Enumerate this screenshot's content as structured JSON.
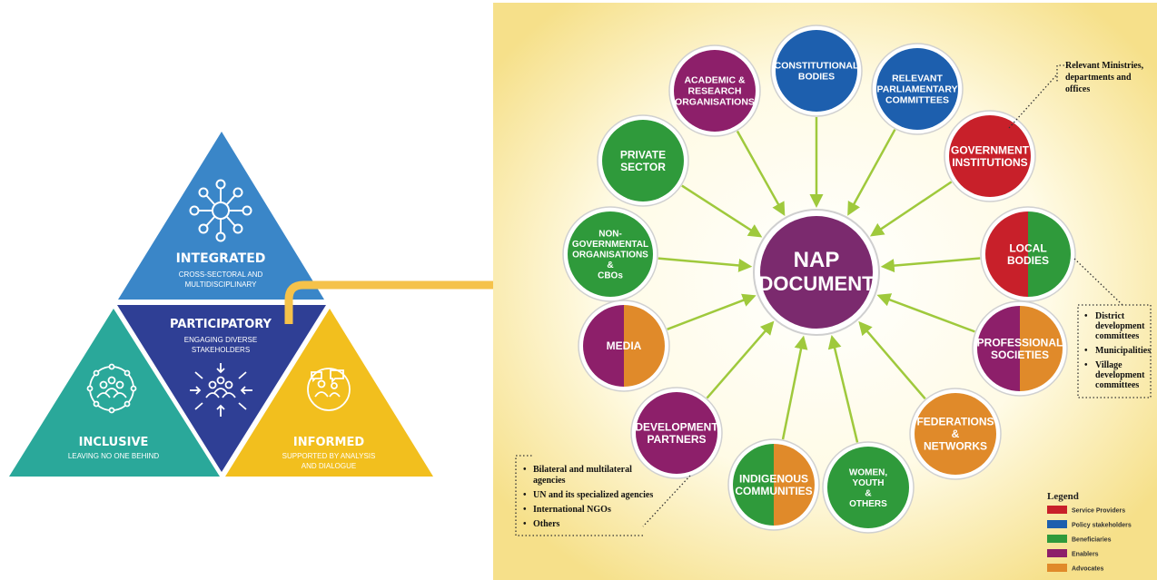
{
  "pyramid": {
    "integrated": {
      "title": "INTEGRATED",
      "line1": "CROSS-SECTORAL AND",
      "line2": "MULTIDISCIPLINARY"
    },
    "participatory": {
      "title": "PARTICIPATORY",
      "line1": "ENGAGING DIVERSE",
      "line2": "STAKEHOLDERS"
    },
    "inclusive": {
      "title": "INCLUSIVE",
      "line1": "LEAVING NO ONE BEHIND"
    },
    "informed": {
      "title": "INFORMED",
      "line1": "SUPPORTED BY ANALYSIS",
      "line2": "AND DIALOGUE"
    }
  },
  "center": {
    "line1": "NAP",
    "line2": "DOCUMENT"
  },
  "nodes": [
    {
      "id": "constitutional",
      "lines": [
        "CONSTITUTIONAL",
        "BODIES"
      ],
      "fill": "#1d5fae"
    },
    {
      "id": "parliamentary",
      "lines": [
        "RELEVANT",
        "PARLIAMENTARY",
        "COMMITTEES"
      ],
      "fill": "#1d5fae"
    },
    {
      "id": "government",
      "lines": [
        "GOVERNMENT",
        "INSTITUTIONS"
      ],
      "fill": "#c8202a"
    },
    {
      "id": "local",
      "lines": [
        "LOCAL",
        "BODIES"
      ],
      "fill_left": "#c8202a",
      "fill_right": "#2f9a3b"
    },
    {
      "id": "professional",
      "lines": [
        "PROFESSIONAL",
        "SOCIETIES"
      ],
      "fill_left": "#8d1f6a",
      "fill_right": "#e08a2a"
    },
    {
      "id": "federations",
      "lines": [
        "FEDERATIONS",
        "&",
        "NETWORKS"
      ],
      "fill": "#e08a2a"
    },
    {
      "id": "women",
      "lines": [
        "WOMEN,",
        "YOUTH",
        "&",
        "OTHERS"
      ],
      "fill": "#2f9a3b"
    },
    {
      "id": "indigenous",
      "lines": [
        "INDIGENOUS",
        "COMMUNITIES"
      ],
      "fill_left": "#2f9a3b",
      "fill_right": "#e08a2a"
    },
    {
      "id": "development",
      "lines": [
        "DEVELOPMENT",
        "PARTNERS"
      ],
      "fill": "#8d1f6a"
    },
    {
      "id": "media",
      "lines": [
        "MEDIA"
      ],
      "fill_left": "#8d1f6a",
      "fill_right": "#e08a2a"
    },
    {
      "id": "ngo",
      "lines": [
        "NON-",
        "GOVERNMENTAL",
        "ORGANISATIONS",
        "&",
        "CBOs"
      ],
      "fill": "#2f9a3b"
    },
    {
      "id": "private",
      "lines": [
        "PRIVATE",
        "SECTOR"
      ],
      "fill": "#2f9a3b"
    },
    {
      "id": "academic",
      "lines": [
        "ACADEMIC &",
        "RESEARCH",
        "ORGANISATIONS"
      ],
      "fill": "#8d1f6a"
    }
  ],
  "notes": {
    "ministries": [
      "Relevant Ministries,",
      "departments and",
      "offices"
    ],
    "local_bodies": [
      "District",
      "development",
      "committees",
      "Municipalities",
      "Village",
      "development",
      "committees"
    ],
    "partners": [
      "Bilateral and multilateral",
      "agencies",
      "UN and its specialized agencies",
      "International NGOs",
      "Others"
    ]
  },
  "legend": {
    "title": "Legend",
    "items": [
      {
        "label": "Service Providers",
        "color": "#c8202a"
      },
      {
        "label": "Policy stakeholders",
        "color": "#1d5fae"
      },
      {
        "label": "Beneficiaries",
        "color": "#2f9a3b"
      },
      {
        "label": "Enablers",
        "color": "#8d1f6a"
      },
      {
        "label": "Advocates",
        "color": "#e08a2a"
      }
    ]
  },
  "colors": {
    "integrated": "#3a86c8",
    "participatory": "#2f3f95",
    "inclusive": "#2aa89a",
    "informed": "#f2bf1e",
    "arrow": "#f5c24a",
    "center": "#7b2a6e",
    "spoke": "#9fc93c"
  }
}
